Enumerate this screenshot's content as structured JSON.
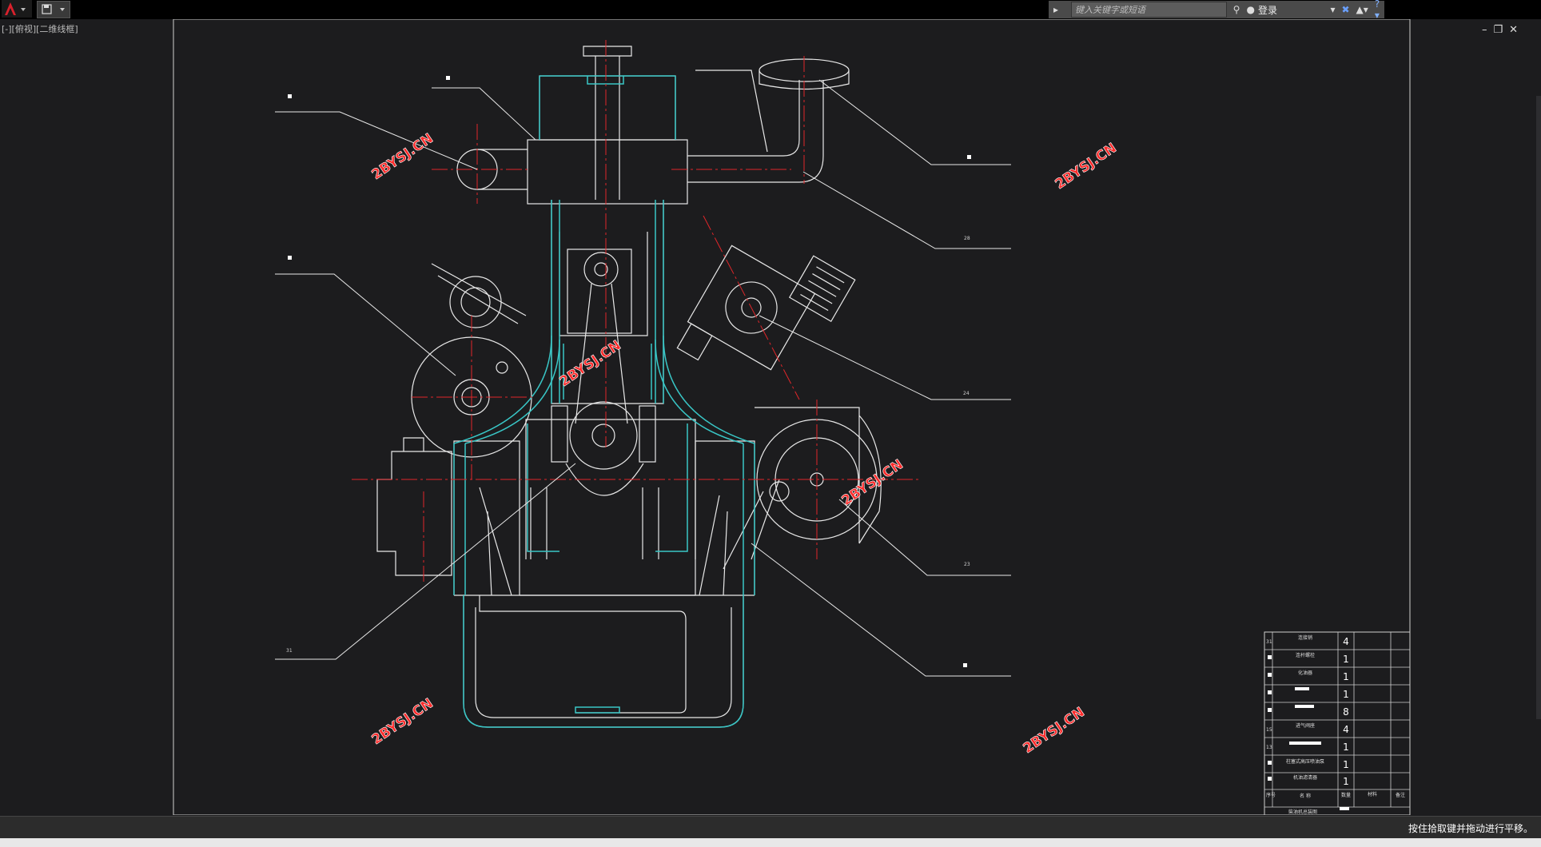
{
  "toolbar": {
    "search_placeholder": "键入关键字或短语",
    "login_label": "登录"
  },
  "viewport": {
    "view_label": "[-][俯视][二维线框]"
  },
  "watermarks": [
    "2BYSJ.CN",
    "2BYSJ.CN",
    "2BYSJ.CN",
    "2BYSJ.CN",
    "2BYSJ.CN",
    "2BYSJ.CN"
  ],
  "callouts": [
    "28",
    "24",
    "23",
    "31"
  ],
  "title_block": {
    "rows": [
      {
        "no": "31",
        "name": "连接销",
        "qty": "4"
      },
      {
        "no": "",
        "name": "连杆螺栓",
        "qty": "1"
      },
      {
        "no": "",
        "name": "化油器",
        "qty": "1"
      },
      {
        "no": "",
        "name": "",
        "qty": "1"
      },
      {
        "no": "",
        "name": "",
        "qty": "8"
      },
      {
        "no": "15",
        "name": "进气阀座",
        "qty": "4"
      },
      {
        "no": "13",
        "name": "",
        "qty": "1"
      },
      {
        "no": "",
        "name": "柱塞式高压喷油泵",
        "qty": "1"
      },
      {
        "no": "",
        "name": "机油滤清器",
        "qty": "1"
      }
    ],
    "header": {
      "no": "序号",
      "name": "名 称",
      "qty": "数量",
      "material": "材料",
      "remark": "备注"
    },
    "drawing_title": "柴油机总装图"
  },
  "status": {
    "message": "按住拾取键并拖动进行平移。"
  },
  "colors": {
    "background": "#1c1c1e",
    "line": "#e8e8e8",
    "section": "#39c6c6",
    "centerline": "#e0262a",
    "watermark": "#ff2a2a"
  }
}
